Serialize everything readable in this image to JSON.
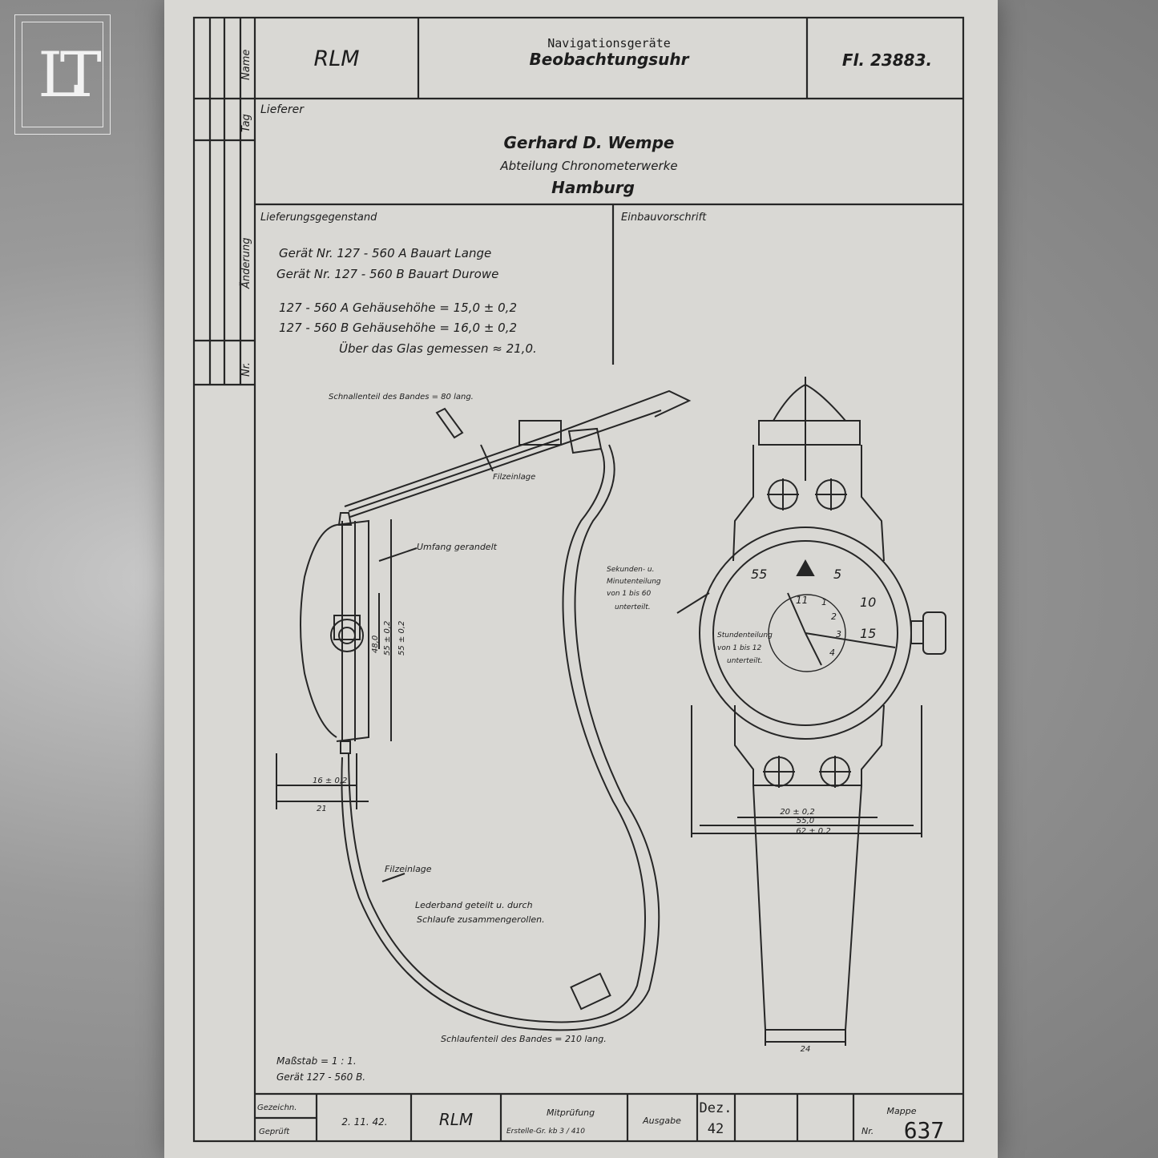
{
  "logo": {
    "mark": "LT"
  },
  "header": {
    "left": "RLM",
    "category": "Navigationsgeräte",
    "title": "Beobachtungsuhr",
    "number": "Fl. 23883."
  },
  "side_labels": {
    "name": "Name",
    "tag": "Tag",
    "aenderung": "Änderung",
    "nr": "Nr."
  },
  "supplier": {
    "label": "Lieferer",
    "name": "Gerhard D. Wempe",
    "dept": "Abteilung Chronometerwerke",
    "city": "Hamburg"
  },
  "delivery": {
    "label": "Lieferungsgegenstand",
    "line1": "Gerät Nr.    127 - 560 A    Bauart Lange",
    "line2": "Gerät Nr.    127 - 560 B    Bauart Durowe",
    "line3": "127 - 560 A    Gehäusehöhe  =  15,0 ± 0,2",
    "line4": "127 - 560 B    Gehäusehöhe  =  16,0 ± 0,2",
    "line5": "Über das Glas gemessen  ≈ 21,0."
  },
  "install": {
    "label": "Einbauvorschrift"
  },
  "annotations": {
    "buckle_strap": "Schnallenteil des Bandes = 80 lang.",
    "felt_top": "Filzeinlage",
    "bezel": "Umfang gerandelt",
    "seconds1": "Sekunden- u.",
    "seconds2": "Minutenteilung",
    "seconds3": "von 1 bis 60",
    "seconds4": "unterteilt.",
    "hours1": "Stundenteilung",
    "hours2": "von 1 bis 12",
    "hours3": "unterteilt.",
    "felt_bottom": "Filzeinlage",
    "leather1": "Lederband geteilt u. durch",
    "leather2": "Schlaufe zusammengerollen.",
    "loop_strap": "Schlaufenteil des Bandes = 210 lang."
  },
  "dims": {
    "d1": "16 ± 0,2",
    "d2": "21",
    "d3": "48,0",
    "d4": "55 ± 0,2",
    "d5": "55 ± 0,2",
    "d6": "20 ± 0,2",
    "d7": "55,0",
    "d8": "62 ± 0,2",
    "d9": "24"
  },
  "dial": {
    "n55": "55",
    "n5": "5",
    "n10": "10",
    "n15": "15",
    "h11": "11",
    "h1": "1",
    "h2": "2",
    "h3": "3",
    "h4": "4"
  },
  "scale": {
    "line1": "Maßstab = 1 : 1.",
    "line2": "Gerät 127 - 560 B."
  },
  "footer": {
    "gezeichn": "Gezeichn.",
    "geprueft": "Geprüft",
    "date": "2. 11. 42.",
    "rlm": "RLM",
    "mitpruefung": "Mitprüfung",
    "erstellt": "Erstelle-Gr.  kb 3 / 410",
    "ausgabe": "Ausgabe",
    "month": "Dez.",
    "year": "42",
    "mappe": "Mappe",
    "nr": "Nr.",
    "number": "637"
  }
}
